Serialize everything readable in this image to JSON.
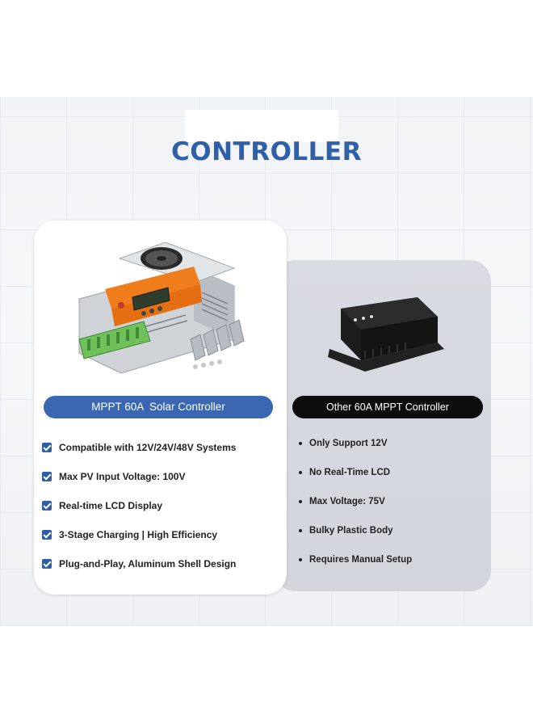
{
  "heading": "CONTROLLER",
  "left_card": {
    "label": "MPPT 60A  Solar Controller",
    "features": [
      "Compatible with 12V/24V/48V Systems",
      "Max PV Input Voltage: 100V",
      "Real-time LCD Display",
      "3-Stage Charging | High Efficiency",
      "Plug-and-Play, Aluminum Shell Design"
    ]
  },
  "right_card": {
    "label": "Other 60A MPPT Controller",
    "features": [
      "Only Support 12V",
      "No Real-Time LCD",
      "Max Voltage: 75V",
      "Bulky Plastic Body",
      "Requires Manual Setup"
    ]
  },
  "icons": {
    "feature_bullet": "check-square-icon",
    "compare_bullet": "dot-icon"
  },
  "colors": {
    "accent": "#2f5fa6",
    "pill_blue": "#3a67b1",
    "pill_black": "#0d0d0d",
    "right_card": "#d6d9df",
    "controller_orange": "#f07d1c",
    "terminal_green": "#6fbf5a"
  }
}
